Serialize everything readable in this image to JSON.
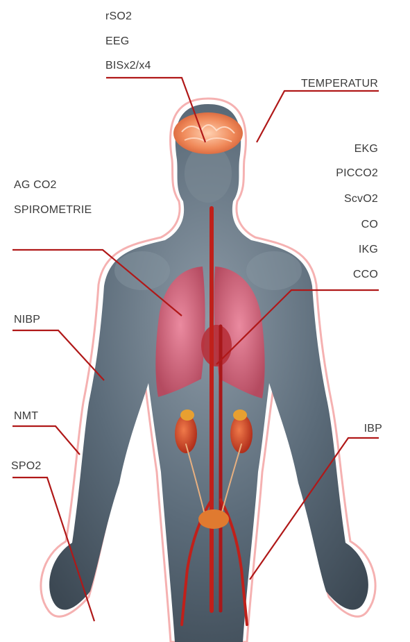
{
  "labels": {
    "rso2": "rSO2",
    "eeg": "EEG",
    "bis": "BISx2/x4",
    "temperatur": "TEMPERATUR",
    "ekg": "EKG",
    "picco2": "PICCO2",
    "scvo2": "ScvO2",
    "co": "CO",
    "ikg": "IKG",
    "cco": "CCO",
    "ag_co2": "AG CO2",
    "spirometrie": "SPIROMETRIE",
    "nibp": "NIBP",
    "nmt": "NMT",
    "spo2": "SPO2",
    "ibp": "IBP"
  },
  "colors": {
    "leader_line": "#b01818",
    "body_glow": "#f2a0a0",
    "body_skin": "#5a6a78",
    "lungs": "#d9667e",
    "kidneys": "#c8351e",
    "brain": "#e8784a",
    "vessels": "#c0201a",
    "text": "#3a3a3a"
  }
}
